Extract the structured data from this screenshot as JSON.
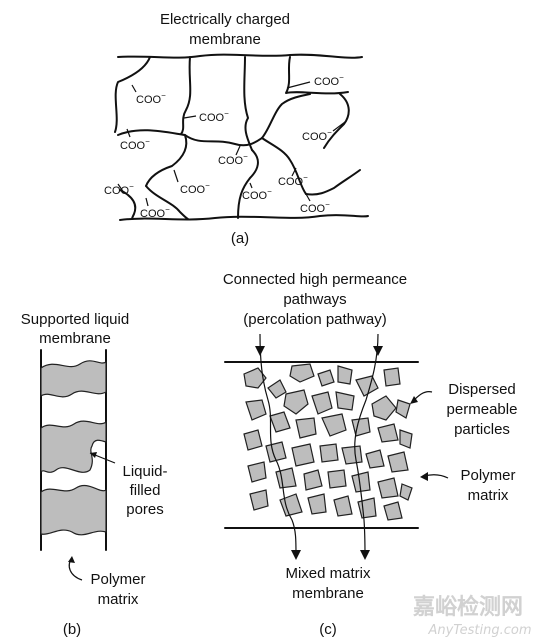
{
  "panel_a": {
    "title_line1": "Electrically charged",
    "title_line2": "membrane",
    "group_label": "COO",
    "charge_sign": "−",
    "caption": "(a)"
  },
  "panel_b": {
    "title_line1": "Supported liquid",
    "title_line2": "membrane",
    "pores_line1": "Liquid-",
    "pores_line2": "filled",
    "pores_line3": "pores",
    "matrix_line1": "Polymer",
    "matrix_line2": "matrix",
    "caption": "(b)"
  },
  "panel_c": {
    "title_line1": "Connected high permeance",
    "title_line2": "pathways",
    "title_line3": "(percolation pathway)",
    "particles_line1": "Dispersed",
    "particles_line2": "permeable",
    "particles_line3": "particles",
    "matrix_line1": "Polymer",
    "matrix_line2": "matrix",
    "bottom_line1": "Mixed matrix",
    "bottom_line2": "membrane",
    "caption": "(c)"
  },
  "watermark": {
    "chinese": "嘉峪检测网",
    "latin": "AnyTesting.com"
  },
  "colors": {
    "ink": "#111111",
    "particle_fill": "#bdbdbd",
    "watermark": "#c9c9c9"
  }
}
